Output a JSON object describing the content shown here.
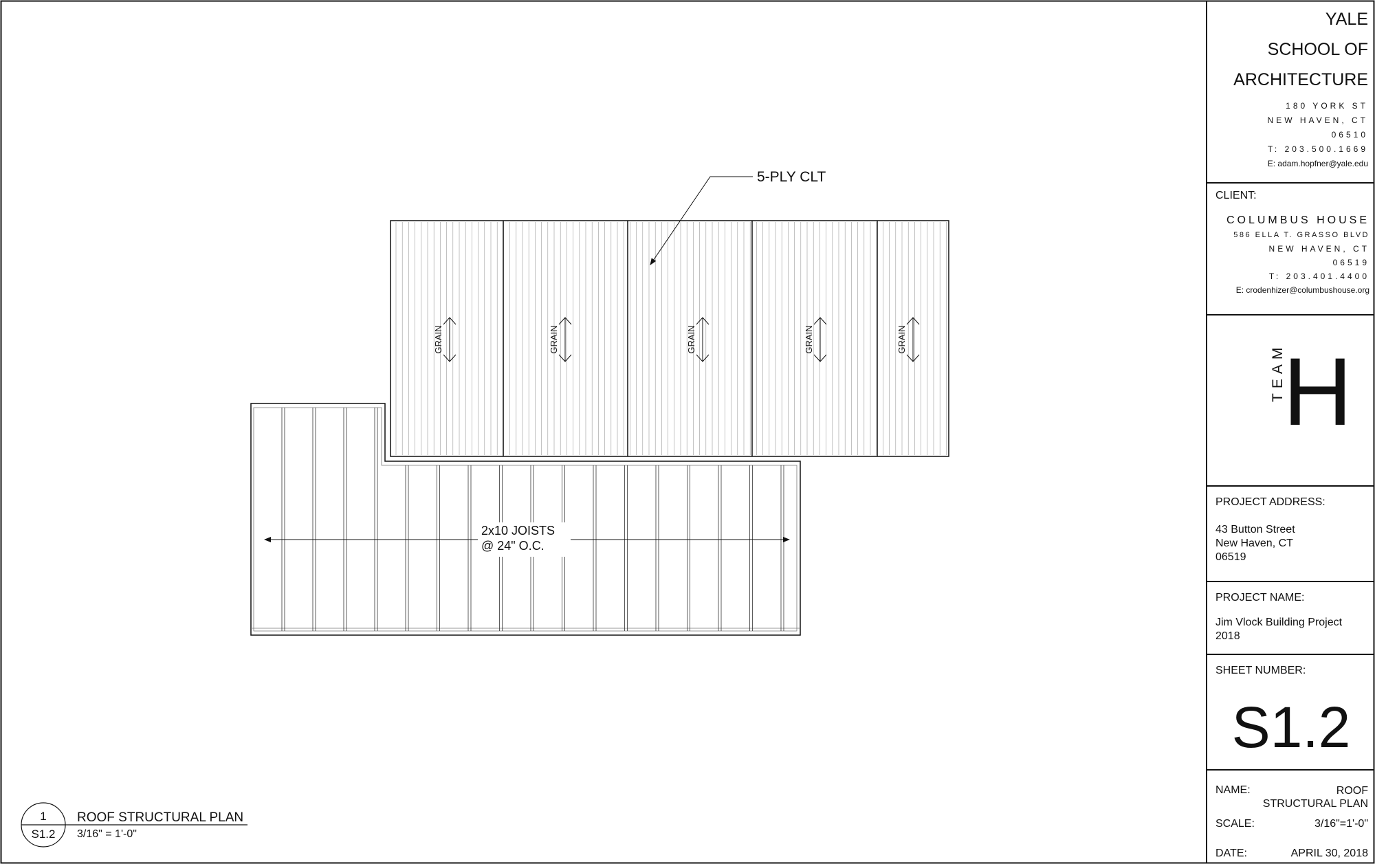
{
  "drawing": {
    "clt_label": "5-PLY CLT",
    "grain_label": "GRAIN",
    "joists_line1": "2x10 JOISTS",
    "joists_line2": "@ 24\" O.C.",
    "detail_number": "1",
    "detail_sheet": "S1.2",
    "detail_title": "ROOF STRUCTURAL PLAN",
    "detail_scale": "3/16\" = 1'-0\""
  },
  "title_block": {
    "school": [
      "YALE",
      "SCHOOL OF",
      "ARCHITECTURE"
    ],
    "school_address": [
      "180 YORK ST",
      "NEW HAVEN, CT",
      "06510",
      "T: 203.500.1669",
      "E: adam.hopfner@yale.edu"
    ],
    "client_heading": "CLIENT:",
    "client_name": "COLUMBUS HOUSE",
    "client_address": [
      "586 ELLA T. GRASSO BLVD",
      "NEW HAVEN, CT",
      "06519",
      "T: 203.401.4400",
      "E: crodenhizer@columbushouse.org"
    ],
    "team_word": "TEAM",
    "team_letter": "H",
    "project_address_heading": "PROJECT ADDRESS:",
    "project_address": [
      "43 Button Street",
      "New Haven, CT",
      "06519"
    ],
    "project_name_heading": "PROJECT NAME:",
    "project_name": [
      "Jim Vlock Building Project",
      "2018"
    ],
    "sheet_number_heading": "SHEET NUMBER:",
    "sheet_number": "S1.2",
    "name_label": "NAME:",
    "name_value": [
      "ROOF",
      "STRUCTURAL PLAN"
    ],
    "scale_label": "SCALE:",
    "scale_value": "3/16\"=1'-0\"",
    "date_label": "DATE:",
    "date_value": "APRIL 30, 2018"
  }
}
